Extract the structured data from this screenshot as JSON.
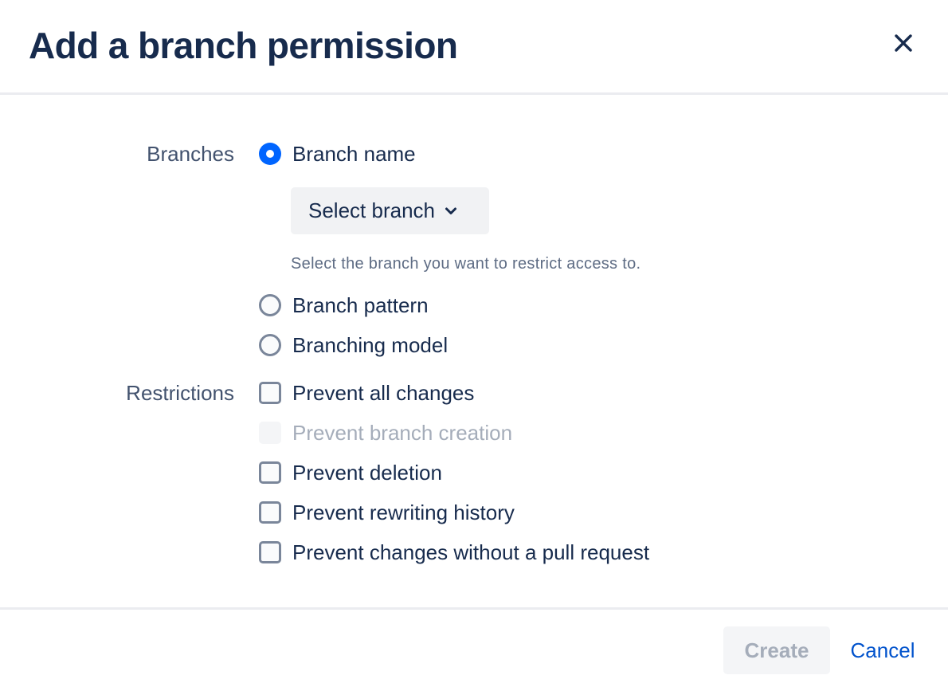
{
  "dialog": {
    "title": "Add a branch permission"
  },
  "branches": {
    "label": "Branches",
    "options": [
      {
        "label": "Branch name",
        "checked": true
      },
      {
        "label": "Branch pattern",
        "checked": false
      },
      {
        "label": "Branching model",
        "checked": false
      }
    ],
    "select_label": "Select branch",
    "helper_text": "Select the branch you want to restrict access to."
  },
  "restrictions": {
    "label": "Restrictions",
    "items": [
      {
        "label": "Prevent all changes",
        "checked": false,
        "disabled": false
      },
      {
        "label": "Prevent branch creation",
        "checked": false,
        "disabled": true
      },
      {
        "label": "Prevent deletion",
        "checked": false,
        "disabled": false
      },
      {
        "label": "Prevent rewriting history",
        "checked": false,
        "disabled": false
      },
      {
        "label": "Prevent changes without a pull request",
        "checked": false,
        "disabled": false
      }
    ]
  },
  "footer": {
    "create_label": "Create",
    "cancel_label": "Cancel"
  },
  "colors": {
    "accent": "#0065ff",
    "link": "#0052cc",
    "text": "#172b4d",
    "muted": "#a5adba"
  },
  "icons": {
    "close": "close-icon",
    "dropdown": "chevron-down-icon"
  }
}
